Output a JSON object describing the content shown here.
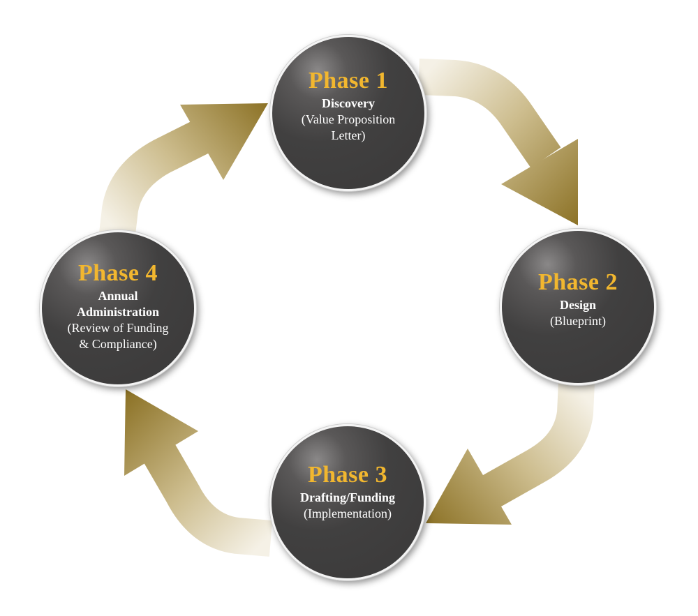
{
  "colors": {
    "title_gold": "#f2b72f",
    "circle_dark": "#414040",
    "arrow_gold": "#8e7428",
    "arrow_light": "#f3efe2"
  },
  "phases": [
    {
      "title": "Phase 1",
      "name_lines": [
        "Discovery"
      ],
      "desc_lines": [
        "(Value Proposition",
        "Letter)"
      ]
    },
    {
      "title": "Phase 2",
      "name_lines": [
        "Design"
      ],
      "desc_lines": [
        "(Blueprint)"
      ]
    },
    {
      "title": "Phase 3",
      "name_lines": [
        "Drafting/Funding"
      ],
      "desc_lines": [
        "(Implementation)"
      ]
    },
    {
      "title": "Phase 4",
      "name_lines": [
        "Annual",
        "Administration"
      ],
      "desc_lines": [
        "(Review of Funding",
        "& Compliance)"
      ]
    }
  ]
}
